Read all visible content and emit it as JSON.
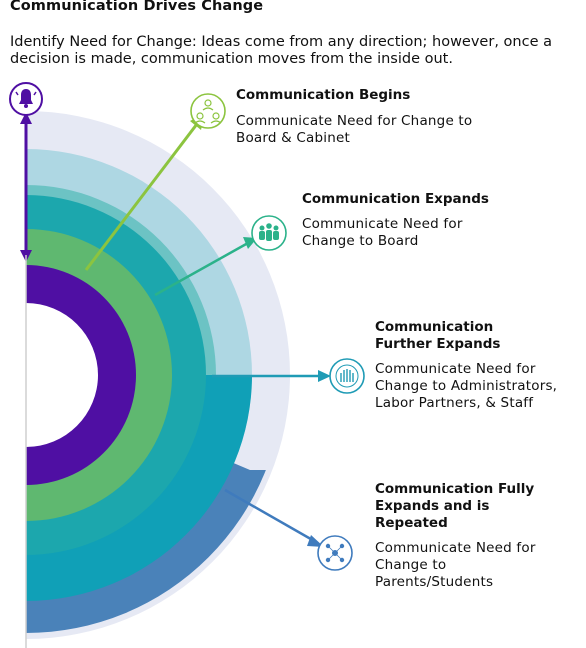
{
  "header": {
    "title": "Communication Drives Change",
    "intro": "Identify Need for Change:  Ideas come from any direction; however, once a decision is made, communication moves from the inside out."
  },
  "colors": {
    "purple": "#4f0fa3",
    "green_light": "#8cc43f",
    "green": "#2bb28a",
    "teal": "#1f9bb5",
    "blue": "#3f7bbd",
    "ring_outer": "#e6e9f4",
    "ring_light_blue": "#aed7e3",
    "ring_teal_light": "#6cc3c4",
    "ring_green": "#5fb870",
    "ring_teal_mid": "#1ca7ad",
    "ring_teal": "#10a0b7",
    "ring_blue": "#4a82b9"
  },
  "stages": [
    {
      "title": "Communication Begins",
      "description": "Communicate Need for Change to Board & Cabinet",
      "icon": "people-network-icon",
      "color": "#8cc43f"
    },
    {
      "title": "Communication Expands",
      "description": "Communicate Need for Change to Board",
      "icon": "group-people-icon",
      "color": "#2bb28a"
    },
    {
      "title": "Communication Further Expands",
      "description": "Communicate Need for Change to Administrators, Labor Partners, & Staff",
      "icon": "raised-hands-icon",
      "color": "#1f9bb5"
    },
    {
      "title": "Communication Fully Expands and is Repeated",
      "description": "Communicate Need for Change to Parents/Students",
      "icon": "community-network-icon",
      "color": "#3f7bbd"
    }
  ],
  "start_icon": "bell-icon"
}
